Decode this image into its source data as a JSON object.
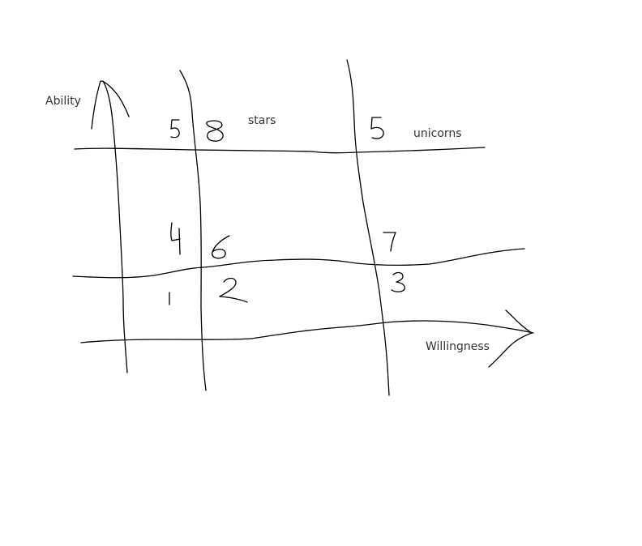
{
  "labels": {
    "y_axis": "Ability",
    "x_axis": "Willingness",
    "region_stars": "stars",
    "region_unicorns": "unicorns"
  },
  "cells": {
    "top_left": "5",
    "top_middle": "8",
    "top_right": "5",
    "mid_left": "4",
    "mid_middle": "6",
    "mid_right": "7",
    "low_left": "1",
    "low_middle": "2",
    "low_right": "3"
  },
  "colors": {
    "ink": "#000000",
    "text": "#333333",
    "background": "#ffffff"
  }
}
